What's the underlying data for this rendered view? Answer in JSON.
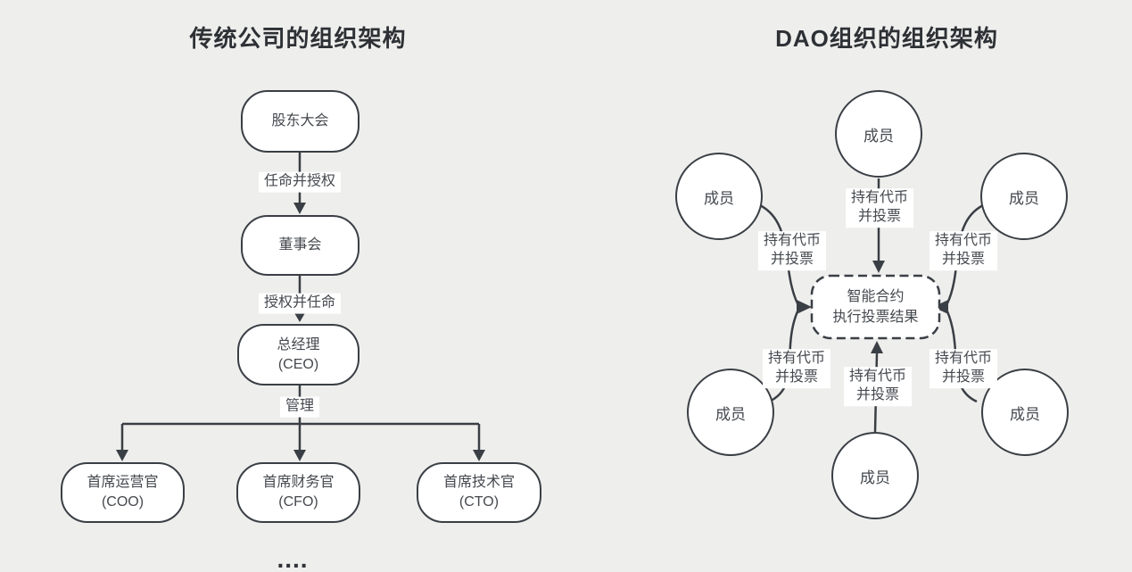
{
  "colors": {
    "background": "#eeeeec",
    "stroke": "#3a3f45",
    "node_fill": "#ffffff",
    "text": "#45494e",
    "title": "#2d3135"
  },
  "left": {
    "title": "传统公司的组织架构",
    "shareholders": {
      "label": "股东大会"
    },
    "board": {
      "label": "董事会"
    },
    "ceo": {
      "line1": "总经理",
      "line2": "(CEO)"
    },
    "coo": {
      "line1": "首席运营官",
      "line2": "(COO)"
    },
    "cfo": {
      "line1": "首席财务官",
      "line2": "(CFO)"
    },
    "cto": {
      "line1": "首席技术官",
      "line2": "(CTO)"
    },
    "edge_appoint": "任命并授权",
    "edge_authorize": "授权并任命",
    "edge_manage": "管理",
    "ellipsis": "...."
  },
  "right": {
    "title": "DAO组织的组织架构",
    "members": [
      "成员",
      "成员",
      "成员",
      "成员",
      "成员",
      "成员"
    ],
    "center": {
      "line1": "智能合约",
      "line2": "执行投票结果"
    },
    "vote_label": {
      "line1": "持有代币",
      "line2": "并投票"
    }
  }
}
